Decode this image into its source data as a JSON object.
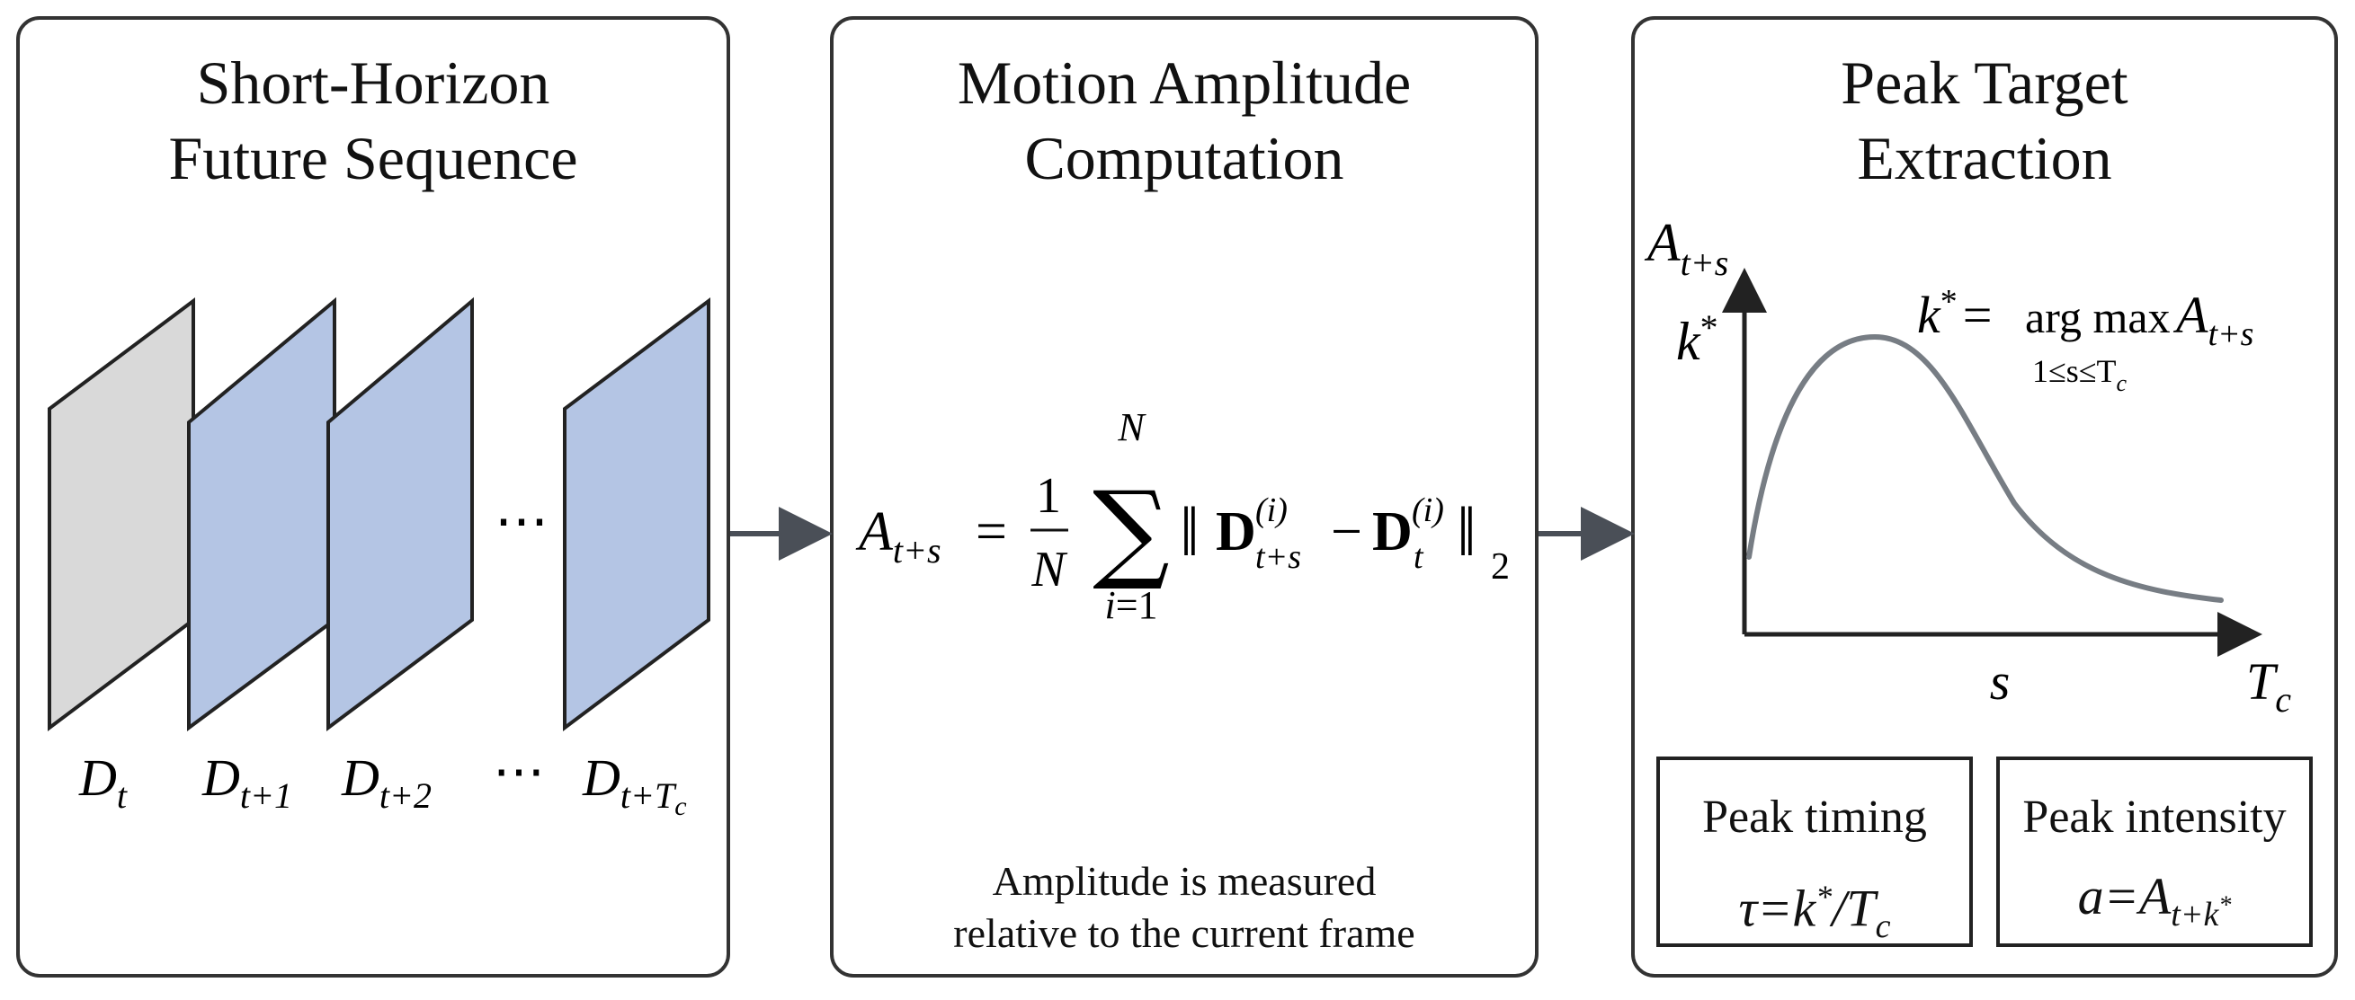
{
  "panels": [
    {
      "title": "Short-Horizon\nFuture Sequence"
    },
    {
      "title": "Motion Amplitude\nComputation",
      "note": "Amplitude is measured\nrelative to the current frame"
    },
    {
      "title": "Peak Target\nExtraction"
    }
  ],
  "frames": {
    "ellipsis": "⋯",
    "labels": [
      {
        "base": "D",
        "sub": "t"
      },
      {
        "base": "D",
        "sub": "t+1"
      },
      {
        "base": "D",
        "sub": "t+2"
      },
      {
        "base": "⋯",
        "sub": ""
      },
      {
        "base": "D",
        "sub": "t+T",
        "subsub": "c"
      }
    ]
  },
  "formula": {
    "lhs_base": "A",
    "lhs_sub": "t+s",
    "eq": "=",
    "frac_num": "1",
    "frac_den": "N",
    "sum_top": "N",
    "sum_sym": "∑",
    "sum_bottom": "i=1",
    "norm_open": "‖",
    "norm_close": "‖",
    "norm_sub": "2",
    "term1_base": "D",
    "term1_sup": "(i)",
    "term1_sub": "t+s",
    "minus": "−",
    "term2_base": "D",
    "term2_sup": "(i)",
    "term2_sub": "t"
  },
  "peak_plot": {
    "y_axis_label_base": "A",
    "y_axis_label_sub": "t+s",
    "y_tick": "k",
    "y_tick_sup": "*",
    "x_axis_label": "s",
    "x_end_label_base": "T",
    "x_end_label_sub": "c",
    "argmax_k": "k",
    "argmax_sup": "*",
    "argmax_eq": "=",
    "argmax_op": "arg max",
    "argmax_under": "1≤s≤T",
    "argmax_under_sub": "c",
    "argmax_A": "A",
    "argmax_A_sub": "t+s",
    "curve_color": "#777d84"
  },
  "boxes": {
    "timing_title": "Peak timing",
    "timing_formula": "τ=k*/Tc",
    "intensity_title": "Peak intensity",
    "intensity_formula": "a=At+k*"
  },
  "colors": {
    "frame_gray": "#d9d9d9",
    "frame_blue": "#b4c5e4",
    "arrow": "#4a4f57",
    "border": "#333333"
  }
}
